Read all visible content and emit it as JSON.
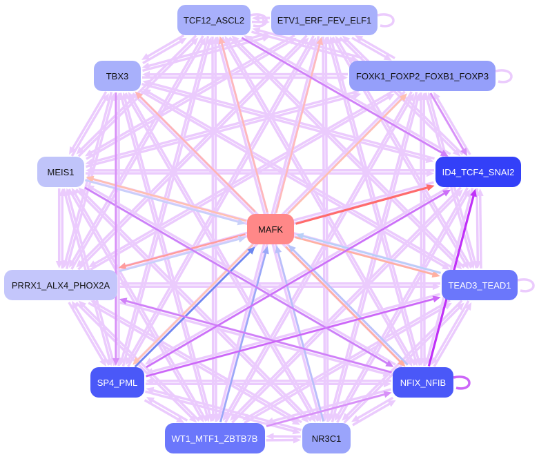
{
  "nodes": [
    {
      "id": "TCF12_ASCL2",
      "label": "TCF12_ASCL2",
      "color": "#a8b0fb",
      "self_loop": true
    },
    {
      "id": "ETV1_ERF_FEV_ELF1",
      "label": "ETV1_ERF_FEV_ELF1",
      "color": "#a8b0fb",
      "self_loop": true
    },
    {
      "id": "FOXK1_FOXP2_FOXB1_FOXP3",
      "label": "FOXK1_FOXP2_FOXB1_FOXP3",
      "color": "#959ffa",
      "self_loop": true
    },
    {
      "id": "TBX3",
      "label": "TBX3",
      "color": "#a8b0fb",
      "self_loop": false
    },
    {
      "id": "MEIS1",
      "label": "MEIS1",
      "color": "#c0c4fa",
      "self_loop": false
    },
    {
      "id": "ID4_TCF4_SNAI2",
      "label": "ID4_TCF4_SNAI2",
      "color": "#3340f8",
      "self_loop": false
    },
    {
      "id": "MAFK",
      "label": "MAFK",
      "color": "#ff8888",
      "self_loop": false
    },
    {
      "id": "PRRX1_ALX4_PHOX2A",
      "label": "PRRX1_ALX4_PHOX2A",
      "color": "#c4c6fb",
      "self_loop": false
    },
    {
      "id": "TEAD3_TEAD1",
      "label": "TEAD3_TEAD1",
      "color": "#6b77fb",
      "self_loop": true
    },
    {
      "id": "SP4_PML",
      "label": "SP4_PML",
      "color": "#4a58f8",
      "self_loop": false
    },
    {
      "id": "NFIX_NFIB",
      "label": "NFIX_NFIB",
      "color": "#4a58f8",
      "self_loop": true
    },
    {
      "id": "WT1_MTF1_ZBTB7B",
      "label": "WT1_MTF1_ZBTB7B",
      "color": "#6b77fb",
      "self_loop": false
    },
    {
      "id": "NR3C1",
      "label": "NR3C1",
      "color": "#9aa4fb",
      "self_loop": false
    }
  ],
  "mesh_color": "#ebcbfd",
  "edges": [
    {
      "from": "MAFK",
      "to": "ID4_TCF4_SNAI2",
      "color": "#ff6b6b"
    },
    {
      "from": "MAFK",
      "to": "TCF12_ASCL2",
      "color": "#ffb8b8"
    },
    {
      "from": "MAFK",
      "to": "ETV1_ERF_FEV_ELF1",
      "color": "#ffbaba"
    },
    {
      "from": "MAFK",
      "to": "FOXK1_FOXP2_FOXB1_FOXP3",
      "color": "#ffc0b0"
    },
    {
      "from": "MAFK",
      "to": "TBX3",
      "color": "#ffb4b4"
    },
    {
      "from": "MAFK",
      "to": "MEIS1",
      "color": "#ffc0b0"
    },
    {
      "from": "MEIS1",
      "to": "MAFK",
      "color": "#c8d0fa"
    },
    {
      "from": "MAFK",
      "to": "PRRX1_ALX4_PHOX2A",
      "color": "#ff9c9c"
    },
    {
      "from": "PRRX1_ALX4_PHOX2A",
      "to": "MAFK",
      "color": "#c8d0fa"
    },
    {
      "from": "MAFK",
      "to": "TEAD3_TEAD1",
      "color": "#ffb0a0"
    },
    {
      "from": "TEAD3_TEAD1",
      "to": "MAFK",
      "color": "#b8d0f8"
    },
    {
      "from": "MAFK",
      "to": "NFIX_NFIB",
      "color": "#ffb0a0"
    },
    {
      "from": "NFIX_NFIB",
      "to": "MAFK",
      "color": "#b8c4fa"
    },
    {
      "from": "MAFK",
      "to": "SP4_PML",
      "color": "#ffc4b4"
    },
    {
      "from": "SP4_PML",
      "to": "MAFK",
      "color": "#6b86f0"
    },
    {
      "from": "WT1_MTF1_ZBTB7B",
      "to": "MAFK",
      "color": "#9aa8f8"
    },
    {
      "from": "NR3C1",
      "to": "MAFK",
      "color": "#b8c0fa"
    },
    {
      "from": "NFIX_NFIB",
      "to": "ID4_TCF4_SNAI2",
      "color": "#c030f8"
    },
    {
      "from": "NFIX_NFIB",
      "to": "PRRX1_ALX4_PHOX2A",
      "color": "#d080f8"
    },
    {
      "from": "SP4_PML",
      "to": "TEAD3_TEAD1",
      "color": "#cc66f8"
    },
    {
      "from": "SP4_PML",
      "to": "ID4_TCF4_SNAI2",
      "color": "#cc70f8"
    },
    {
      "from": "FOXK1_FOXP2_FOXB1_FOXP3",
      "to": "ID4_TCF4_SNAI2",
      "color": "#d890f8"
    },
    {
      "from": "TCF12_ASCL2",
      "to": "ID4_TCF4_SNAI2",
      "color": "#d080f8"
    },
    {
      "from": "WT1_MTF1_ZBTB7B",
      "to": "NFIX_NFIB",
      "color": "#d890f8"
    },
    {
      "from": "MEIS1",
      "to": "NFIX_NFIB",
      "color": "#cc80f8"
    },
    {
      "from": "TBX3",
      "to": "SP4_PML",
      "color": "#d890f8"
    }
  ]
}
